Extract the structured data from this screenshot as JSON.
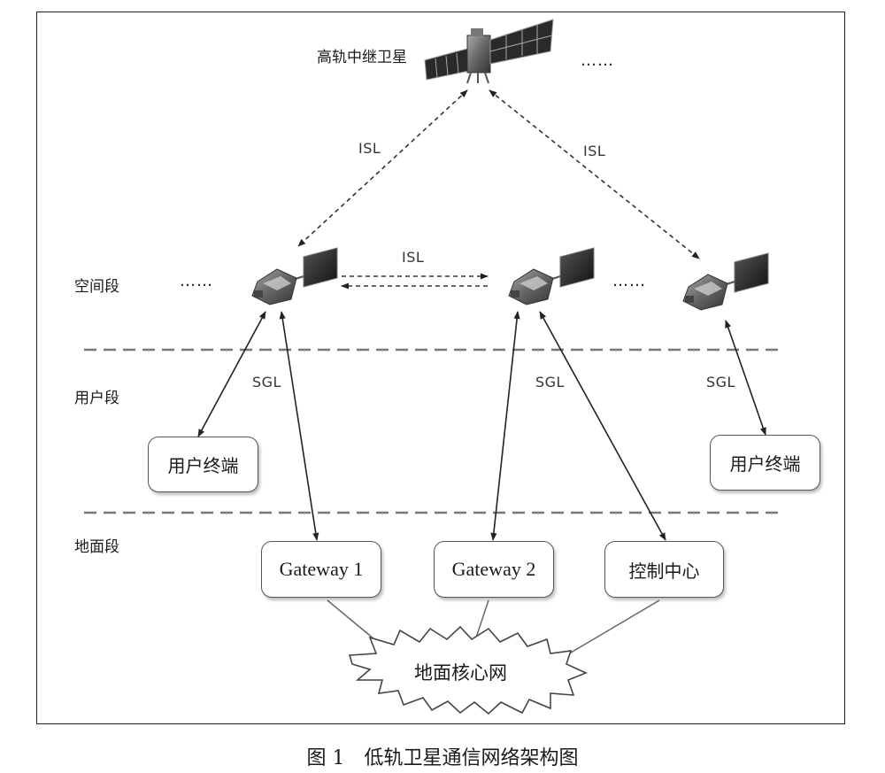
{
  "relay": {
    "label": "高轨中继卫星",
    "ellipsis": "……"
  },
  "segments": {
    "space": "空间段",
    "user": "用户段",
    "ground": "地面段"
  },
  "links": {
    "isl_left": "ISL",
    "isl_right": "ISL",
    "isl_middle": "ISL",
    "sgl_left": "SGL",
    "sgl_middle": "SGL",
    "sgl_right": "SGL"
  },
  "ellipsis": {
    "space_left": "……",
    "space_middle": "……"
  },
  "boxes": {
    "user_terminal_left": "用户终端",
    "user_terminal_right": "用户终端",
    "gateway1": "Gateway 1",
    "gateway2": "Gateway 2",
    "control_center": "控制中心"
  },
  "cloud": {
    "label": "地面核心网"
  },
  "caption": "图 1　低轨卫星通信网络架构图"
}
